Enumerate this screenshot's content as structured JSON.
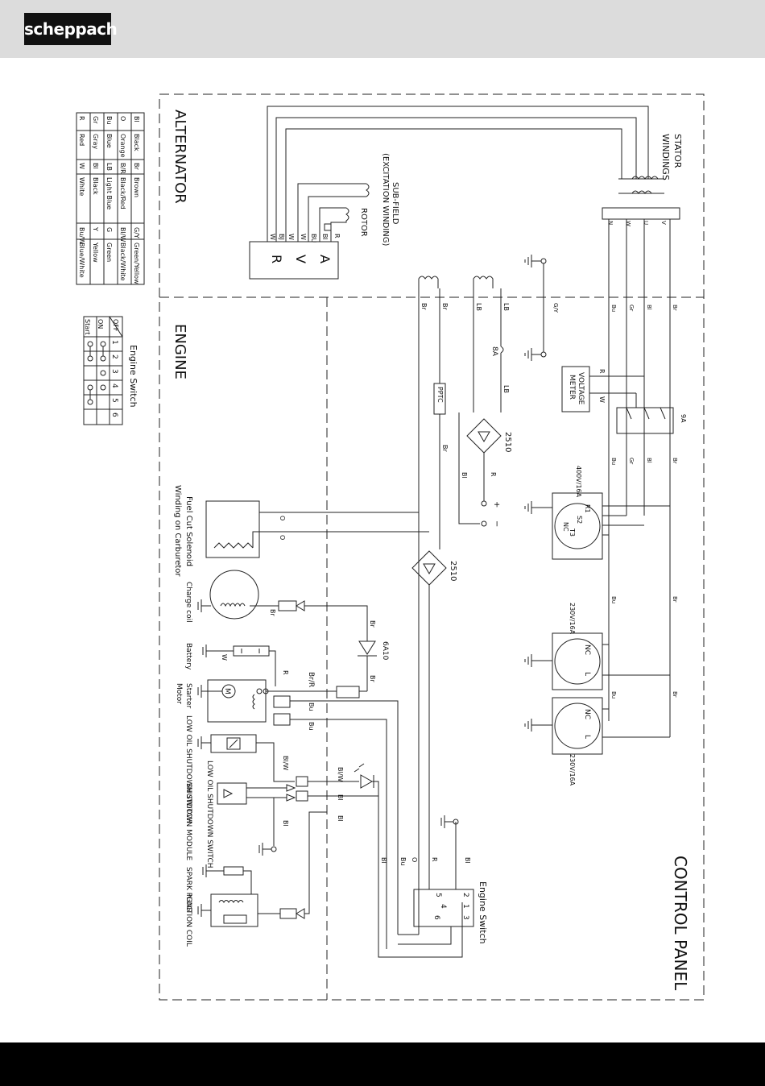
{
  "brand": {
    "logo": "scheppach"
  },
  "sections": {
    "alternator": "ALTERNATOR",
    "engine": "ENGINE",
    "control_panel": "CONTROL PANEL"
  },
  "color_legend": {
    "rows": [
      [
        "Bl",
        "Black",
        "Br",
        "Brown",
        "G/Y",
        "Green/Yellow"
      ],
      [
        "O",
        "Orange",
        "B/R",
        "Black/Red",
        "Bl/W",
        "Black/White"
      ],
      [
        "Bu",
        "Blue",
        "LB",
        "Light Blue",
        "G",
        "Green"
      ],
      [
        "Gr",
        "Gray",
        "Bl",
        "Black",
        "Y",
        "Yellow"
      ],
      [
        "R",
        "Red",
        "W",
        "White",
        "Bu/W",
        "Blue/White"
      ]
    ]
  },
  "engine_switch_table": {
    "title": "Engine Switch",
    "columns": [
      "1",
      "2",
      "3",
      "4",
      "5",
      "6"
    ],
    "rows": [
      "OFF",
      "ON",
      "Start"
    ]
  },
  "labels": {
    "stator": "STATOR",
    "windings": "WINDINGS",
    "subfield": "SUB-FIELD",
    "excitation": "(EXCITATION WINDING)",
    "rotor": "ROTOR",
    "avr_a": "A",
    "avr_v": "V",
    "avr_r": "R",
    "voltage": "VOLTAGE",
    "meter": "METER",
    "breaker": "9A",
    "fuse": "8A",
    "rect1": "2510",
    "rect2": "2510",
    "ptc": "PPTC",
    "socket400": "400V/16A",
    "socket230a": "230V/16A",
    "socket230b": "230V/16A",
    "fuel_cut": "Fuel Cut Solenoid",
    "carb": "Winding on Carburetor",
    "charge_coil": "Charge coil",
    "battery": "Battery",
    "starter": "Starter",
    "motor": "Motor",
    "low_oil_sw": "LOW OIL SHUTDOWN SWITCH",
    "low_oil_sw2": "LOW OIL SHUTDOWN SWITCH",
    "low_oil_mod": "SHUTDOWN MODULE",
    "spark": "SPARK PLUG",
    "ign": "IGNITION COIL",
    "engine_switch": "Engine Switch",
    "diode": "6A10",
    "plus": "+",
    "minus": "−",
    "w_bl": "Bl",
    "w_br": "Br",
    "w_bu": "Bu",
    "w_gr": "Gr",
    "w_gy": "G/Y",
    "w_r": "R",
    "w_w": "W",
    "w_lb": "LB",
    "w_o": "O",
    "w_brr": "Br/R",
    "w_blw": "Bl/W",
    "w_bj": "BJ",
    "w_bu2": "BU",
    "w_u": "U",
    "w_v": "V",
    "w_n": "N",
    "w_wt": "W",
    "s_r1": "R1",
    "s_s2": "S2",
    "s_t3": "T3",
    "s_nc": "NC",
    "s_l": "L",
    "s_pe": "⏚",
    "es_1": "1",
    "es_2": "2",
    "es_3": "3",
    "es_4": "4",
    "es_5": "5",
    "es_6": "6",
    "m": "M"
  }
}
